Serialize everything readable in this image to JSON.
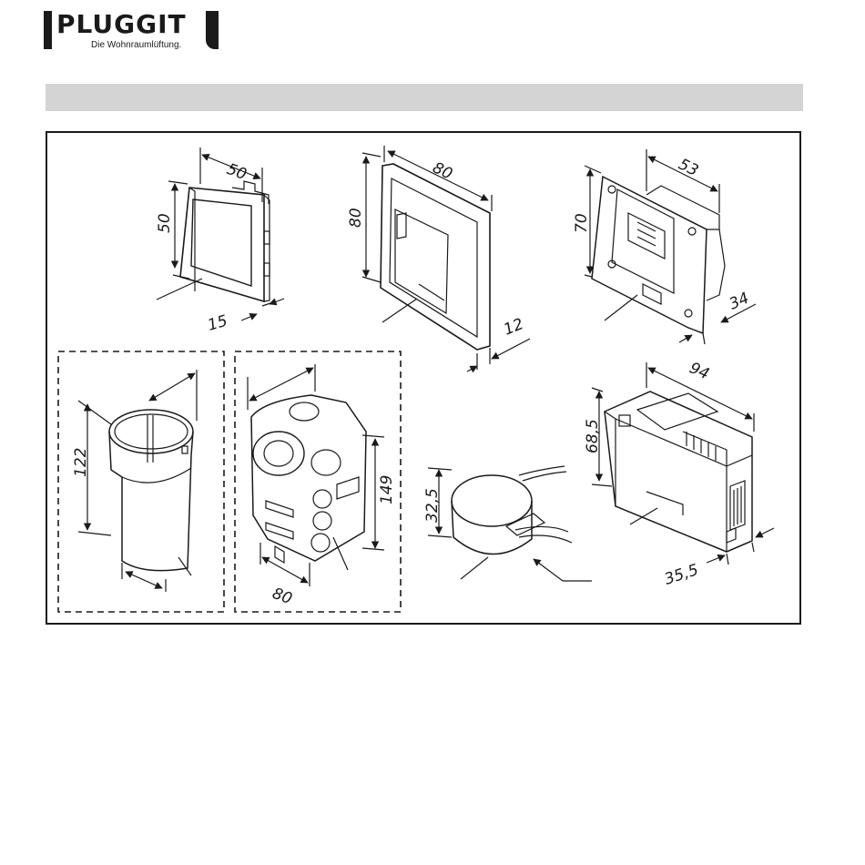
{
  "brand": {
    "name": "PLUGGIT",
    "tagline": "Die Wohnraumlüftung."
  },
  "dimensions": {
    "display_width": "50",
    "display_height": "50",
    "display_depth": "15",
    "frame_width": "80",
    "frame_height": "80",
    "frame_depth": "12",
    "insert_width": "53",
    "insert_height": "70",
    "insert_depth": "34",
    "tube_height": "122",
    "box_height": "149",
    "box_width": "80",
    "transformer_height": "32,5",
    "psu_width": "94",
    "psu_height": "68,5",
    "psu_depth": "35,5"
  },
  "colors": {
    "ink": "#1a1a1a",
    "section_bar": "#d4d4d4"
  }
}
